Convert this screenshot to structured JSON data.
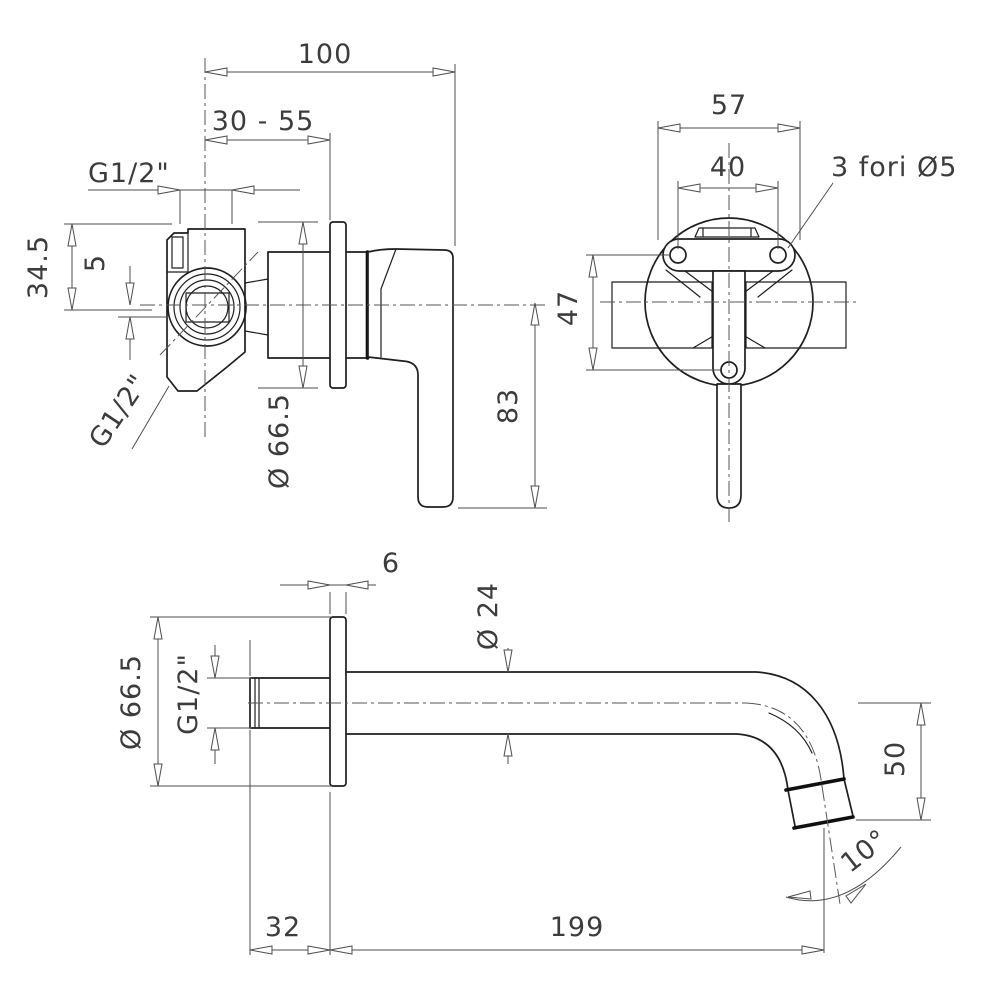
{
  "drawing": {
    "product": "Wall-mounted single-lever mixer with spout - dimensional drawing",
    "views": {
      "mixer_side": {
        "label": "mixer side view",
        "dims": {
          "total_width": "100",
          "wall_depth_range": "30 - 55",
          "top_inlet_thread": "G1/2\"",
          "body_height_to_axis": "34.5",
          "axis_offset": "5",
          "side_inlet_thread": "G1/2\"",
          "escutcheon_diameter": "Ø 66.5",
          "handle_length": "83"
        }
      },
      "mixer_front": {
        "label": "mixer front view",
        "dims": {
          "bracket_width": "57",
          "screw_hole_spacing_horizontal": "40",
          "screw_hole_spacing_vertical": "47",
          "holes_note": "3 fori Ø5"
        }
      },
      "spout_side": {
        "label": "spout side view",
        "dims": {
          "flange_thickness": "6",
          "tube_diameter": "Ø 24",
          "flange_diameter": "Ø 66.5",
          "inlet_thread": "G1/2\"",
          "outlet_drop": "50",
          "outlet_angle": "10°",
          "thread_length": "32",
          "reach": "199"
        }
      }
    },
    "colors": {
      "background": "#ffffff",
      "object_line": "#1e1e1e",
      "dimension_line": "#4d4d4d",
      "text": "#3c3c3c"
    }
  }
}
